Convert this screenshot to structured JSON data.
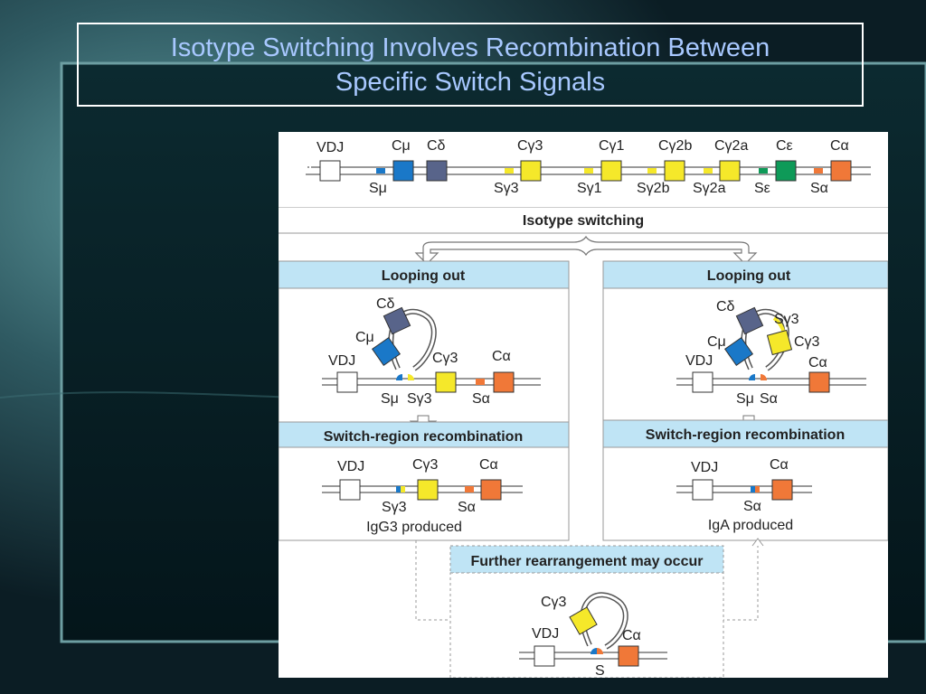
{
  "slide": {
    "title_line1": "Isotype Switching Involves Recombination Between",
    "title_line2": "Specific Switch Signals"
  },
  "figure": {
    "germline": {
      "segments": [
        {
          "label": "VDJ",
          "color": "#ffffff"
        },
        {
          "label": "Sμ",
          "color": "#1a78c8"
        },
        {
          "label": "Cμ",
          "color": "#1a78c8"
        },
        {
          "label": "Cδ",
          "color": "#58648a"
        },
        {
          "label": "Sγ3",
          "color": "#f5e82a"
        },
        {
          "label": "Cγ3",
          "color": "#f5e82a"
        },
        {
          "label": "Sγ1",
          "color": "#f5e82a"
        },
        {
          "label": "Cγ1",
          "color": "#f5e82a"
        },
        {
          "label": "Sγ2b",
          "color": "#f5e82a"
        },
        {
          "label": "Cγ2b",
          "color": "#f5e82a"
        },
        {
          "label": "Sγ2a",
          "color": "#f5e82a"
        },
        {
          "label": "Cγ2a",
          "color": "#f5e82a"
        },
        {
          "label": "Sε",
          "color": "#0e9a58"
        },
        {
          "label": "Cε",
          "color": "#0e9a58"
        },
        {
          "label": "Sα",
          "color": "#f07838"
        },
        {
          "label": "Cα",
          "color": "#f07838"
        }
      ]
    },
    "isotype_switching": "Isotype switching",
    "left": {
      "looping_out": "Looping out",
      "loop_labels": [
        "Cδ",
        "Cμ",
        "VDJ",
        "Cγ3",
        "Cα",
        "Sμ",
        "Sγ3",
        "Sα"
      ],
      "recombination": "Switch-region recombination",
      "result_labels": [
        "VDJ",
        "Cγ3",
        "Cα",
        "Sγ3",
        "Sα"
      ],
      "produced": "IgG3 produced"
    },
    "right": {
      "looping_out": "Looping out",
      "loop_labels": [
        "Cδ",
        "Sγ3",
        "Cγ3",
        "Cμ",
        "VDJ",
        "Cα",
        "Sμ",
        "Sα"
      ],
      "recombination": "Switch-region recombination",
      "result_labels": [
        "VDJ",
        "Cα",
        "Sα"
      ],
      "produced": "IgA produced"
    },
    "further": {
      "label": "Further rearrangement may occur",
      "loop_labels": [
        "Cγ3",
        "VDJ",
        "Cα",
        "S"
      ]
    }
  }
}
